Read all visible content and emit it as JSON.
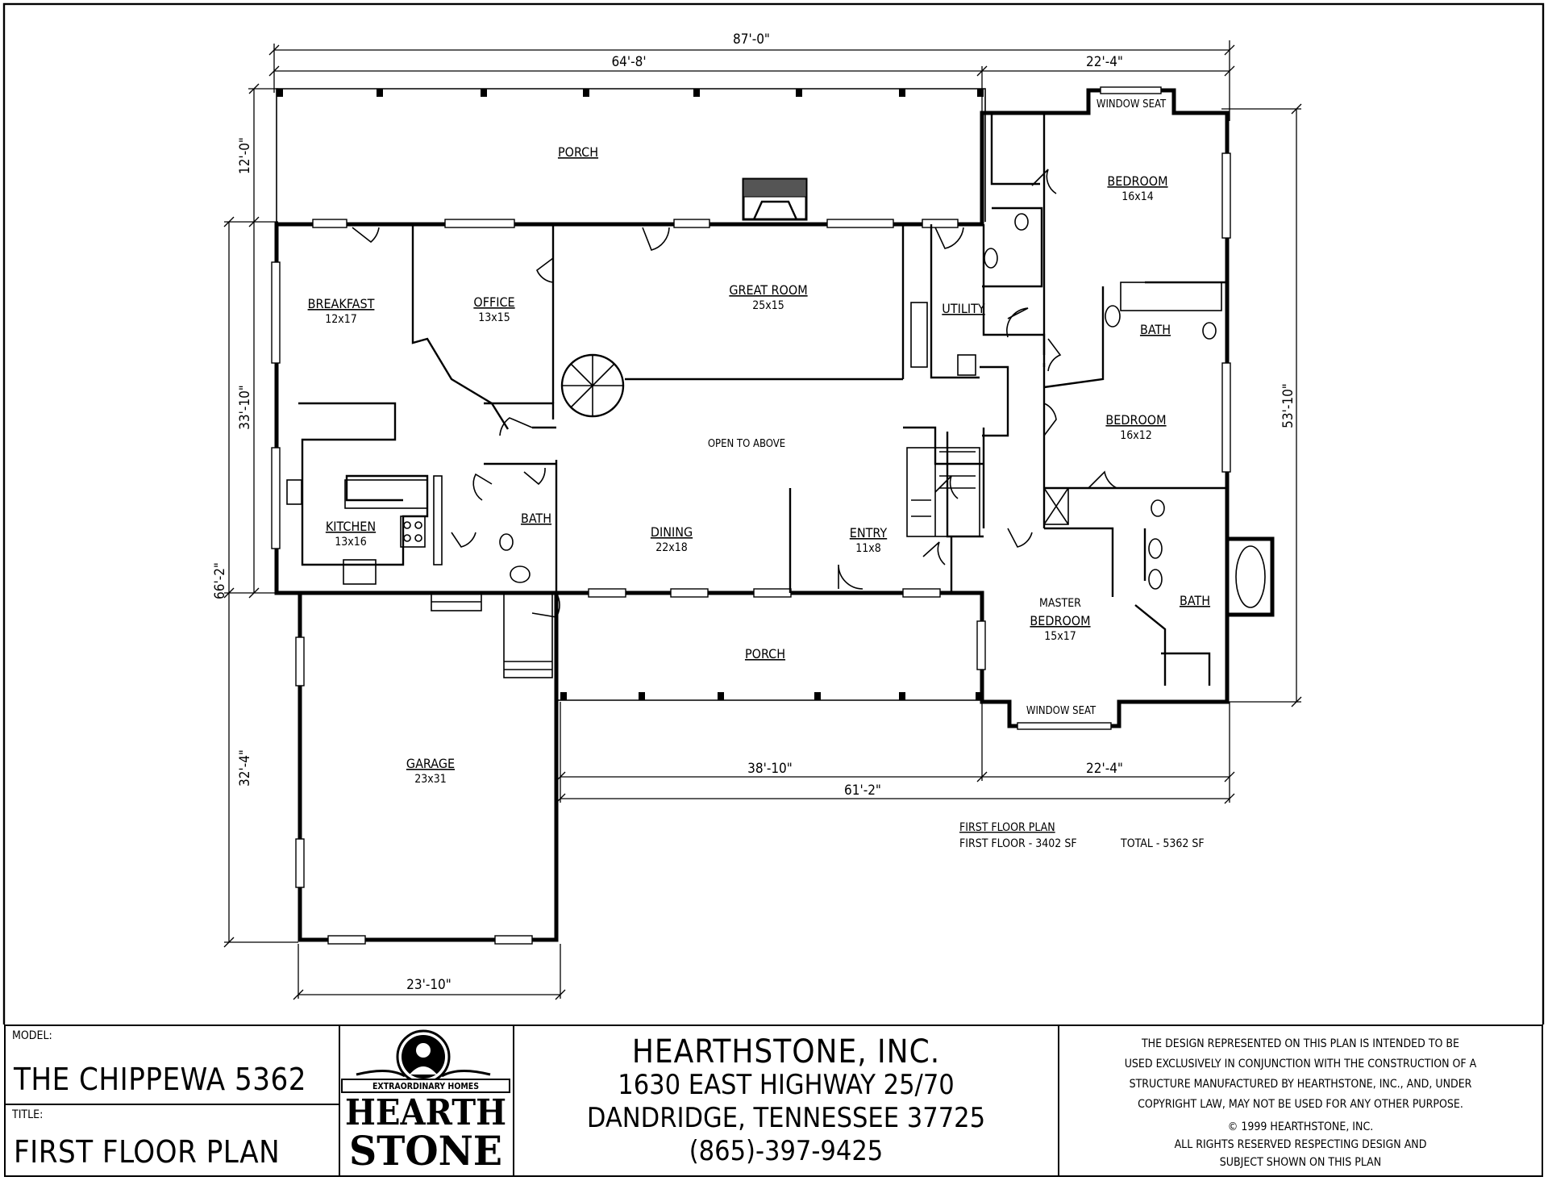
{
  "rooms": [
    {
      "name": "PORCH",
      "size": ""
    },
    {
      "name": "BREAKFAST",
      "size": "12x17"
    },
    {
      "name": "OFFICE",
      "size": "13x15"
    },
    {
      "name": "GREAT ROOM",
      "size": "25x15"
    },
    {
      "name": "UTILITY",
      "size": ""
    },
    {
      "name": "BEDROOM",
      "size": "16x14"
    },
    {
      "name": "BATH",
      "size": ""
    },
    {
      "name": "BEDROOM",
      "size": "16x12"
    },
    {
      "name": "KITCHEN",
      "size": "13x16"
    },
    {
      "name": "BATH",
      "size": ""
    },
    {
      "name": "DINING",
      "size": "22x18"
    },
    {
      "name": "ENTRY",
      "size": "11x8"
    },
    {
      "name": "MASTER",
      "size": ""
    },
    {
      "name": "BEDROOM",
      "size": "15x17"
    },
    {
      "name": "BATH",
      "size": ""
    },
    {
      "name": "PORCH",
      "size": ""
    },
    {
      "name": "GARAGE",
      "size": "23x31"
    }
  ],
  "notes": {
    "open_to_above": "OPEN TO ABOVE",
    "window_seat_top": "WINDOW SEAT",
    "window_seat_bottom": "WINDOW SEAT"
  },
  "dimensions": {
    "overall_width": "87'-0\"",
    "main_width": "64'-8'",
    "wing_width_top": "22'-4\"",
    "wing_width_bottom": "22'-4\"",
    "front_width": "38'-10\"",
    "front_total": "61'-2\"",
    "garage_width": "23'-10\"",
    "porch_depth": "12'-0\"",
    "house_depth": "33'-10\"",
    "overall_depth": "66'-2\"",
    "garage_depth": "32'-4\"",
    "wing_depth": "53'-10\""
  },
  "floor_area": {
    "title": "FIRST FLOOR PLAN",
    "first_floor": "FIRST FLOOR - 3402 SF",
    "total": "TOTAL - 5362 SF"
  },
  "title_block": {
    "model_label": "MODEL:",
    "model": "THE CHIPPEWA 5362",
    "title_label": "TITLE:",
    "title": "FIRST FLOOR PLAN",
    "logo_banner": "EXTRAORDINARY HOMES",
    "logo_word_1": "HEARTH",
    "logo_word_2": "STONE",
    "company": "HEARTHSTONE, INC.",
    "address": "1630 EAST HIGHWAY 25/70",
    "city": "DANDRIDGE, TENNESSEE  37725",
    "phone": "(865)-397-9425",
    "legal": [
      "THE DESIGN REPRESENTED ON THIS PLAN IS INTENDED TO BE",
      "USED EXCLUSIVELY IN CONJUNCTION WITH THE CONSTRUCTION OF A",
      "STRUCTURE MANUFACTURED BY HEARTHSTONE, INC., AND, UNDER",
      "COPYRIGHT LAW, MAY NOT BE USED FOR ANY OTHER PURPOSE.",
      "© 1999 HEARTHSTONE, INC.",
      "ALL RIGHTS RESERVED RESPECTING DESIGN AND",
      "SUBJECT SHOWN ON THIS PLAN"
    ]
  }
}
